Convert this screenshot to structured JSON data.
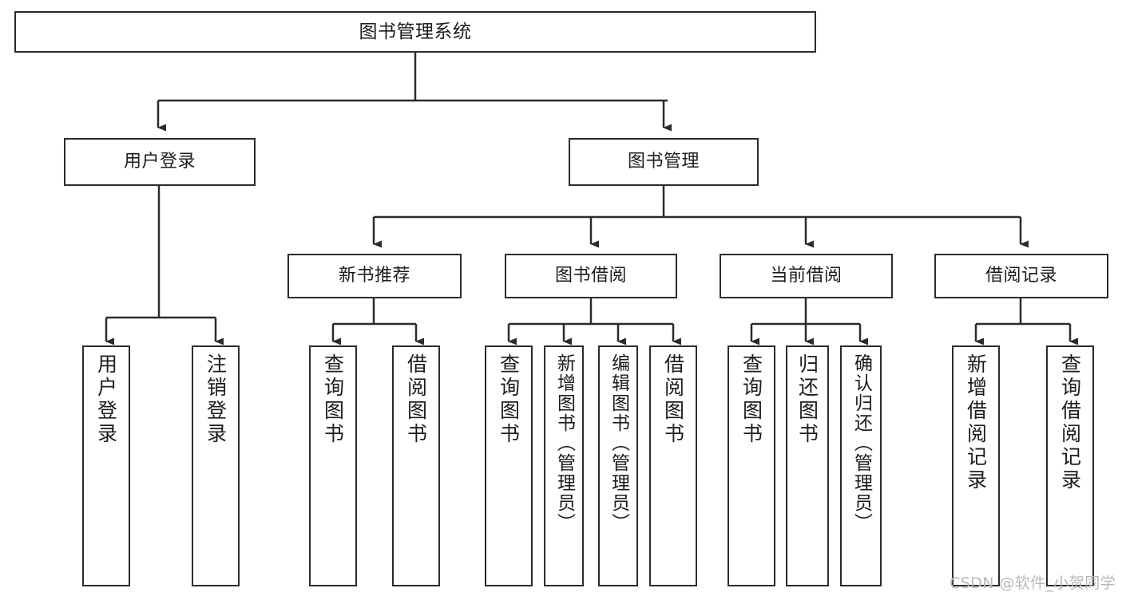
{
  "diagram": {
    "title": "图书管理系统",
    "type": "hierarchy-tree",
    "watermark": "CSDN @软件_小贺同学",
    "style": {
      "background": "#ffffff",
      "box_border": "#2b2b2b",
      "box_fill": "#ffffff",
      "connector": "#2b2b2b",
      "text": "#1c1c1c",
      "watermark_color": "#b8b8b8"
    },
    "levels": {
      "root": {
        "label": "图书管理系统"
      },
      "level2": [
        {
          "id": "n-user-login",
          "label": "用户登录"
        },
        {
          "id": "n-book-manage",
          "label": "图书管理"
        }
      ],
      "level3": [
        {
          "id": "n-new-book-rec",
          "label": "新书推荐"
        },
        {
          "id": "n-book-borrow",
          "label": "图书借阅"
        },
        {
          "id": "n-current-borrow",
          "label": "当前借阅"
        },
        {
          "id": "n-borrow-record",
          "label": "借阅记录"
        }
      ],
      "leaves": {
        "user_login": [
          {
            "id": "l-user-login",
            "label": "用户登录"
          },
          {
            "id": "l-logout-login",
            "label": "注销登录"
          }
        ],
        "new_book_rec": [
          {
            "id": "l-query-book-1",
            "label": "查询图书"
          },
          {
            "id": "l-borrow-book-1",
            "label": "借阅图书"
          }
        ],
        "book_borrow": [
          {
            "id": "l-query-book-2",
            "label": "查询图书"
          },
          {
            "id": "l-add-book",
            "label": "新增图书（管理员）"
          },
          {
            "id": "l-edit-book",
            "label": "编辑图书（管理员）"
          },
          {
            "id": "l-borrow-book-2",
            "label": "借阅图书"
          }
        ],
        "current_borrow": [
          {
            "id": "l-query-book-3",
            "label": "查询图书"
          },
          {
            "id": "l-return-book",
            "label": "归还图书"
          },
          {
            "id": "l-confirm-return",
            "label": "确认归还（管理员）"
          }
        ],
        "borrow_record": [
          {
            "id": "l-add-record",
            "label": "新增借阅记录"
          },
          {
            "id": "l-query-record",
            "label": "查询借阅记录"
          }
        ]
      }
    }
  }
}
